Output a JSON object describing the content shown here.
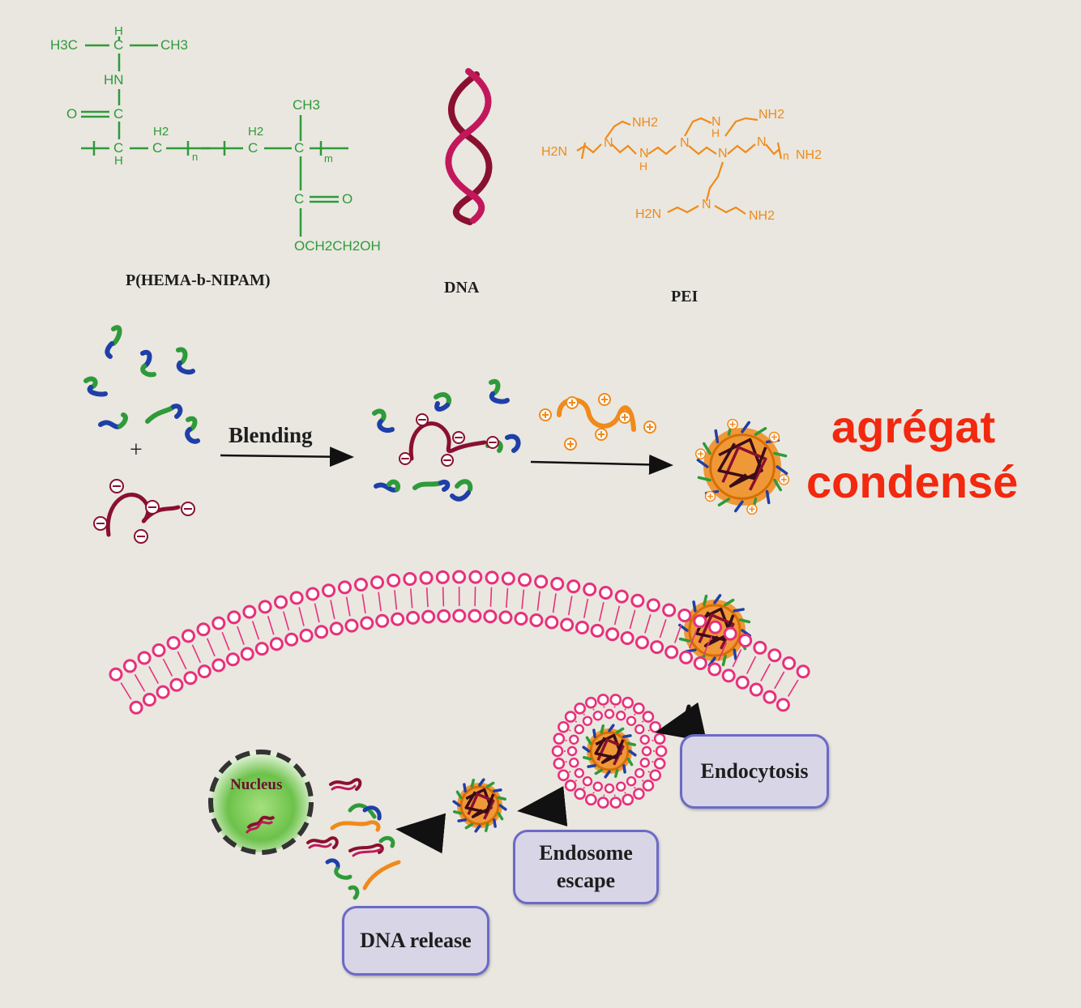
{
  "molecules": {
    "polymer_label": "P(HEMA-b-NIPAM)",
    "dna_label": "DNA",
    "pei_label": "PEI",
    "polymer_formula": {
      "top_h": "H",
      "h3c": "H3C",
      "ch3_left": "CH3",
      "hn": "HN",
      "o": "O",
      "c1": "C",
      "h2_a": "H2",
      "c2": "C",
      "c3": "C",
      "h_bottom": "H",
      "n": "n",
      "h2_b": "H2",
      "c4": "C",
      "ch3_right": "CH3",
      "c5": "C",
      "m": "m",
      "c6": "C",
      "o2": "O",
      "och2ch2oh": "OCH2CH2OH"
    },
    "pei_formula": {
      "h2n_left": "H2N",
      "n_a": "N",
      "nh2_a": "NH2",
      "n_b": "N",
      "h_b": "H",
      "n_c": "N",
      "nh2_b": "NH2",
      "n_d": "N",
      "h_d": "H",
      "n_e": "N",
      "n_f": "N",
      "n_sub": "n",
      "nh2_right": "NH2",
      "h2n_bottom": "H2N",
      "n_g": "N",
      "nh2_bottom": "NH2"
    }
  },
  "process": {
    "plus": "+",
    "blending_label": "Blending",
    "result_line1": "agrégat",
    "result_line2": "condensé"
  },
  "pathway": {
    "nucleus_label": "Nucleus",
    "steps": [
      "Endocytosis",
      "Endosome escape",
      "DNA release"
    ]
  },
  "colors": {
    "polymer_green": "#2f9a3a",
    "polymer_blue": "#1f3fa8",
    "dna_crimson": "#8a1030",
    "dna_magenta": "#c2185b",
    "pei_orange": "#f08a1a",
    "membrane_pink": "#e8307a",
    "title_red": "#f2280f",
    "step_border": "#6b6ac8",
    "step_fill": "#d8d6e6",
    "nucleus_green": "#6cc24a"
  }
}
